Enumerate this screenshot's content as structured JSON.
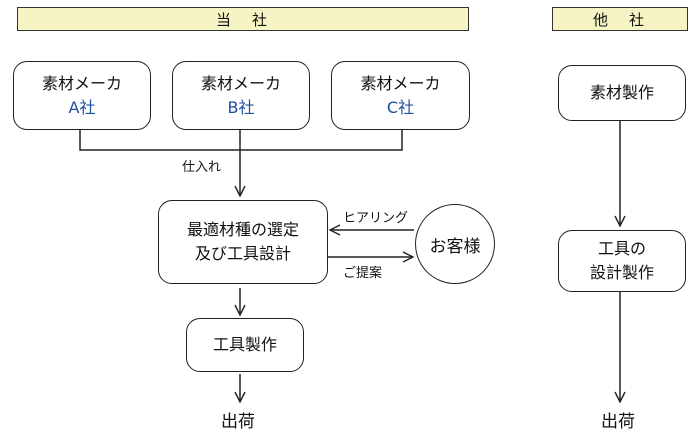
{
  "header": {
    "own_company": "当　社",
    "other_company": "他　社"
  },
  "own_flow": {
    "suppliers": [
      {
        "line1": "素材メーカ",
        "line2": "A社"
      },
      {
        "line1": "素材メーカ",
        "line2": "B社"
      },
      {
        "line1": "素材メーカ",
        "line2": "C社"
      }
    ],
    "purchase_label": "仕入れ",
    "selection_box": {
      "line1": "最適材種の選定",
      "line2": "及び工具設計"
    },
    "customer": "お客様",
    "hearing_label": "ヒアリング",
    "proposal_label": "ご提案",
    "manufacture": "工具製作",
    "shipment": "出荷"
  },
  "other_flow": {
    "material": "素材製作",
    "tool_design": {
      "line1": "工具の",
      "line2": "設計製作"
    },
    "shipment": "出荷"
  },
  "colors": {
    "header_bg": "#f6f3c4",
    "supplier_name": "#1d4fa0"
  }
}
